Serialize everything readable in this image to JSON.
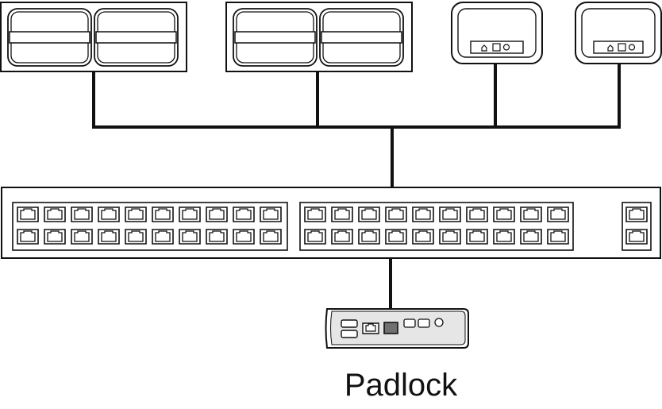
{
  "caption": {
    "device_label": "Padlock"
  },
  "colors": {
    "line": "#111111",
    "fill": "#ffffff",
    "device_shade": "#e6e6e6",
    "port_highlight": "#707070"
  },
  "devices": {
    "dual_drive_units": 2,
    "single_units": 2,
    "switch_port_groups": [
      {
        "name": "group-left",
        "columns": 10,
        "rows": 2
      },
      {
        "name": "group-right",
        "columns": 10,
        "rows": 2
      },
      {
        "name": "group-uplink",
        "columns": 1,
        "rows": 2
      }
    ]
  }
}
